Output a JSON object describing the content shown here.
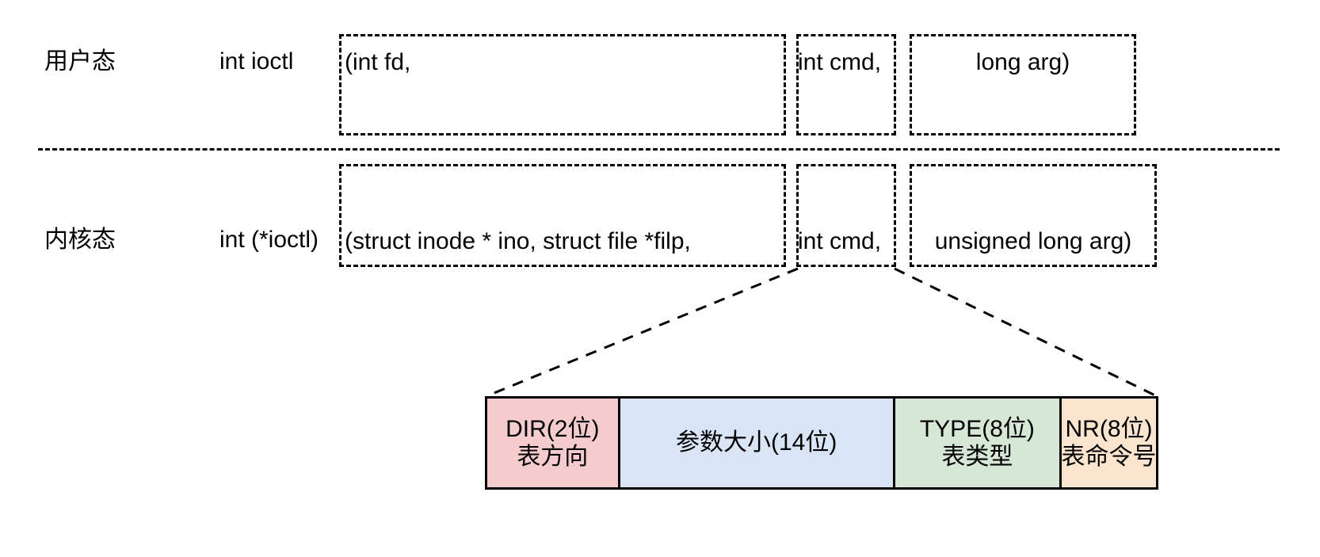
{
  "diagram": {
    "title_present": false,
    "colors": {
      "dir_fill": "#f5ccce",
      "size_fill": "#d9e5f7",
      "type_fill": "#d6e8d5",
      "nr_fill": "#fce5ce",
      "stroke": "#000000",
      "background": "#ffffff"
    },
    "rows": [
      {
        "mode_label": "用户态",
        "function_label": "int ioctl",
        "params": [
          {
            "text": "(int fd,"
          },
          {
            "text": "int cmd,"
          },
          {
            "text": "long arg)"
          }
        ]
      },
      {
        "mode_label": "内核态",
        "function_label": "int (*ioctl)",
        "params": [
          {
            "text": "(struct inode * ino, struct file *filp,"
          },
          {
            "text": "int cmd,"
          },
          {
            "text": "unsigned long arg)"
          }
        ]
      }
    ],
    "bitfield": {
      "cells": [
        {
          "line1": "DIR(2位)",
          "line2": "表方向",
          "fill": "#f5ccce"
        },
        {
          "line1": "参数大小(14位)",
          "line2": "",
          "fill": "#d9e5f7"
        },
        {
          "line1": "TYPE(8位)",
          "line2": "表类型",
          "fill": "#d6e8d5"
        },
        {
          "line1": "NR(8位)",
          "line2": "表命令号",
          "fill": "#fce5ce"
        }
      ]
    }
  }
}
